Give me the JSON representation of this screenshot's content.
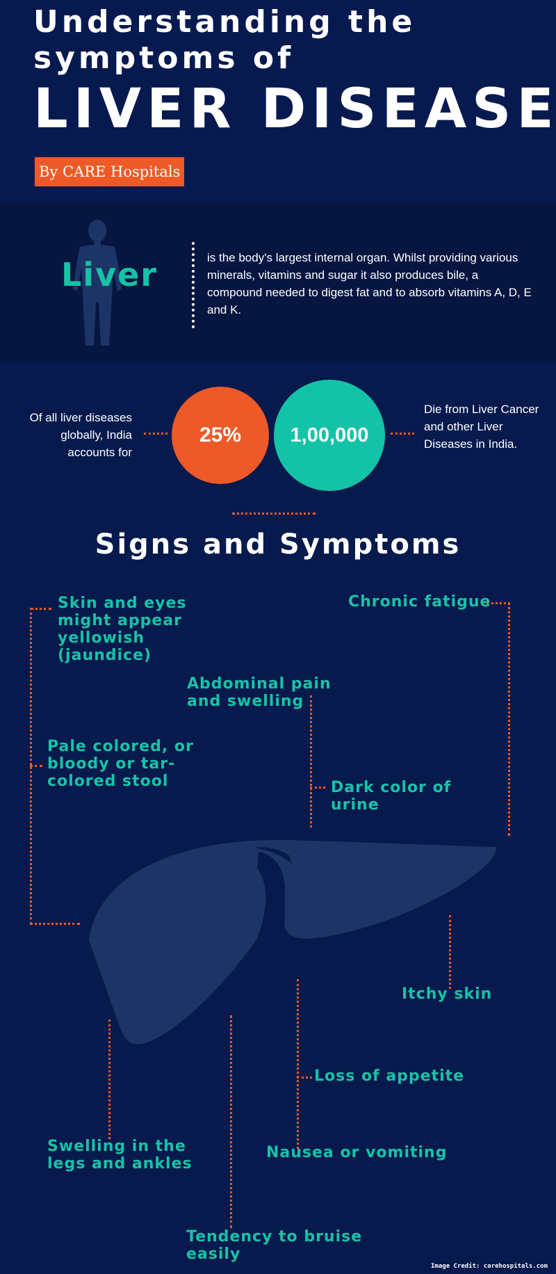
{
  "header": {
    "title_line1": "Understanding the",
    "title_line2": "symptoms of",
    "title_line3": "LIVER DISEASE",
    "byline": "By CARE Hospitals"
  },
  "intro": {
    "keyword": "Liver",
    "description": " is the body's largest internal organ. Whilst providing various minerals, vitamins and sugar it also produces bile, a compound needed to digest fat and to absorb vitamins A, D, E and K."
  },
  "stats": {
    "left_text": "Of all liver diseases globally, India accounts for",
    "left_value": "25%",
    "right_value": "1,00,000",
    "right_text": "Die from Liver Cancer and other Liver Diseases in India."
  },
  "section_title": "Signs and Symptoms",
  "symptoms": {
    "jaundice": "Skin and eyes might appear yellowish (jaundice)",
    "fatigue": "Chronic fatigue",
    "abdominal": "Abdominal pain and swelling",
    "stool": "Pale colored, or bloody or tar-colored stool",
    "urine": "Dark color of urine",
    "itchy": "Itchy skin",
    "appetite": "Loss of appetite",
    "swelling_legs": "Swelling in the legs and ankles",
    "nausea": "Nausea or vomiting",
    "bruise": "Tendency to bruise easily"
  },
  "credit": "Image Credit: carehospitals.com",
  "colors": {
    "background": "#071a4d",
    "accent_orange": "#ee5a27",
    "accent_teal": "#17c3a6",
    "liver_fill": "#1d3566"
  }
}
